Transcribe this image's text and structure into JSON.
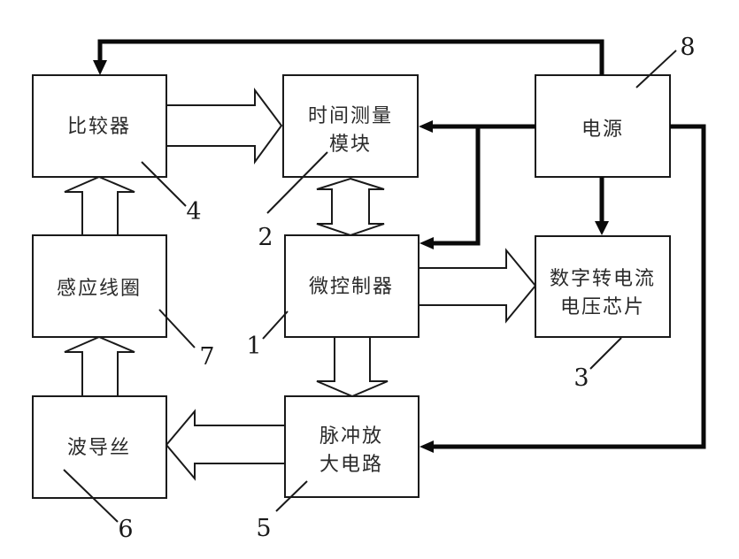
{
  "diagram": {
    "type": "block-diagram",
    "colors": {
      "line": "#1a1a1a",
      "thick_line": "#0a0a0a",
      "background": "#ffffff",
      "block_fill": "#ffffff"
    },
    "blocks": {
      "comparator": {
        "label": "比较器",
        "ref": "4"
      },
      "time_module": {
        "line1": "时间测量",
        "line2": "模块",
        "ref": "2"
      },
      "power": {
        "label": "电源",
        "ref": "8"
      },
      "induction_coil": {
        "label": "感应线圈",
        "ref": "7"
      },
      "mcu": {
        "label": "微控制器",
        "ref": "1"
      },
      "dac_chip": {
        "line1": "数字转电流",
        "line2": "电压芯片",
        "ref": "3"
      },
      "waveguide": {
        "label": "波导丝",
        "ref": "6"
      },
      "pulse_amp": {
        "line1": "脉冲放",
        "line2": "大电路",
        "ref": "5"
      }
    }
  }
}
